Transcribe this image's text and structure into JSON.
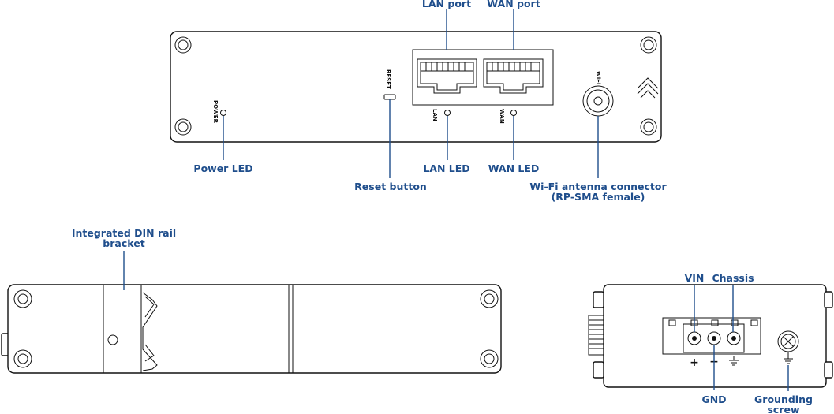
{
  "front_view": {
    "lan_port": "LAN port",
    "wan_port": "WAN port",
    "power_led": "Power LED",
    "reset_button": "Reset button",
    "lan_led": "LAN LED",
    "wan_led": "WAN LED",
    "wifi_connector_line1": "Wi-Fi antenna connector",
    "wifi_connector_line2": "(RP-SMA female)",
    "silk_power": "POWER",
    "silk_reset": "RESET",
    "silk_lan": "LAN",
    "silk_wan": "WAN",
    "silk_wifi": "WiFi"
  },
  "side_view": {
    "din_rail_line1": "Integrated DIN rail",
    "din_rail_line2": "bracket"
  },
  "rear_view": {
    "vin": "VIN",
    "chassis": "Chassis",
    "gnd": "GND",
    "grounding_line1": "Grounding",
    "grounding_line2": "screw",
    "sym_plus": "+",
    "sym_minus": "−"
  },
  "colors": {
    "callout_text": "#1f4e8c",
    "outline": "#111111"
  }
}
